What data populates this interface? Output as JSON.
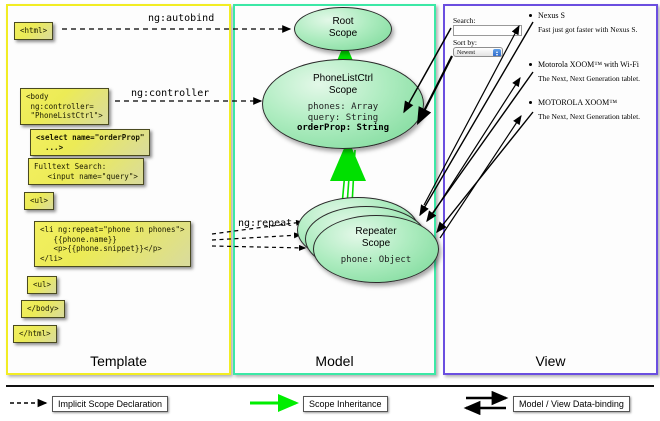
{
  "columns": [
    {
      "key": "template",
      "label": "Template",
      "border_color": "#f2ed24"
    },
    {
      "key": "model",
      "label": "Model",
      "border_color": "#3ce8a6"
    },
    {
      "key": "view",
      "label": "View",
      "border_color": "#6b4fe0"
    }
  ],
  "template": {
    "boxes": [
      {
        "name": "html-open-tag",
        "text": "<html>"
      },
      {
        "name": "body-controller",
        "text": "<body\n ng:controller=\n \"PhoneListCtrl\">"
      },
      {
        "name": "select-orderprop",
        "text": "<select name=\"orderProp\"\n  ...>"
      },
      {
        "name": "fulltext-search",
        "text": "Fulltext Search:\n   <input name=\"query\">"
      },
      {
        "name": "ul-open-tag",
        "text": "<ul>"
      },
      {
        "name": "li-ng-repeat",
        "text": "<li ng:repeat=\"phone in phones\">\n   {{phone.name}}\n   <p>{{phone.snippet}}</p>\n</li>"
      },
      {
        "name": "ul-close-tag",
        "text": "<ul>"
      },
      {
        "name": "body-close-tag",
        "text": "</body>"
      },
      {
        "name": "html-close-tag",
        "text": "</html>"
      }
    ]
  },
  "model": {
    "root_scope": {
      "title_line1": "Root",
      "title_line2": "Scope"
    },
    "phonelistctrl_scope": {
      "title_line1": "PhoneListCtrl",
      "title_line2": "Scope",
      "props": [
        {
          "text": "phones: Array",
          "bold": false
        },
        {
          "text": "query: String",
          "bold": false
        },
        {
          "text": "orderProp: String",
          "bold": true
        }
      ]
    },
    "repeater_scope": {
      "title_line1": "Repeater",
      "title_line2": "Scope",
      "props": [
        {
          "text": "phone: Object",
          "bold": false
        }
      ]
    }
  },
  "view": {
    "search_label": "Search:",
    "search_value": "",
    "sort_label": "Sort by:",
    "sort_selected": "Newest",
    "sort_options": [
      "Newest"
    ],
    "phones": [
      {
        "name": "Nexus S",
        "snippet": "Fast just got faster with Nexus S."
      },
      {
        "name": "Motorola XOOM™  with Wi-Fi",
        "snippet": "The Next, Next Generation tablet."
      },
      {
        "name": "MOTOROLA XOOM™",
        "snippet": "The Next, Next Generation tablet."
      }
    ]
  },
  "edge_labels": {
    "autobind": "ng:autobind",
    "controller": "ng:controller",
    "repeat": "ng:repeat"
  },
  "legend": {
    "items": [
      {
        "name": "implicit-scope-declaration",
        "label": "Implicit Scope Declaration",
        "style": "dashed-arrow",
        "color": "#000000"
      },
      {
        "name": "scope-inheritance",
        "label": "Scope Inheritance",
        "style": "green-arrow",
        "color": "#00ee00"
      },
      {
        "name": "model-view-data-binding",
        "label": "Model / View Data-binding",
        "style": "double-arrow",
        "color": "#000000"
      }
    ]
  }
}
